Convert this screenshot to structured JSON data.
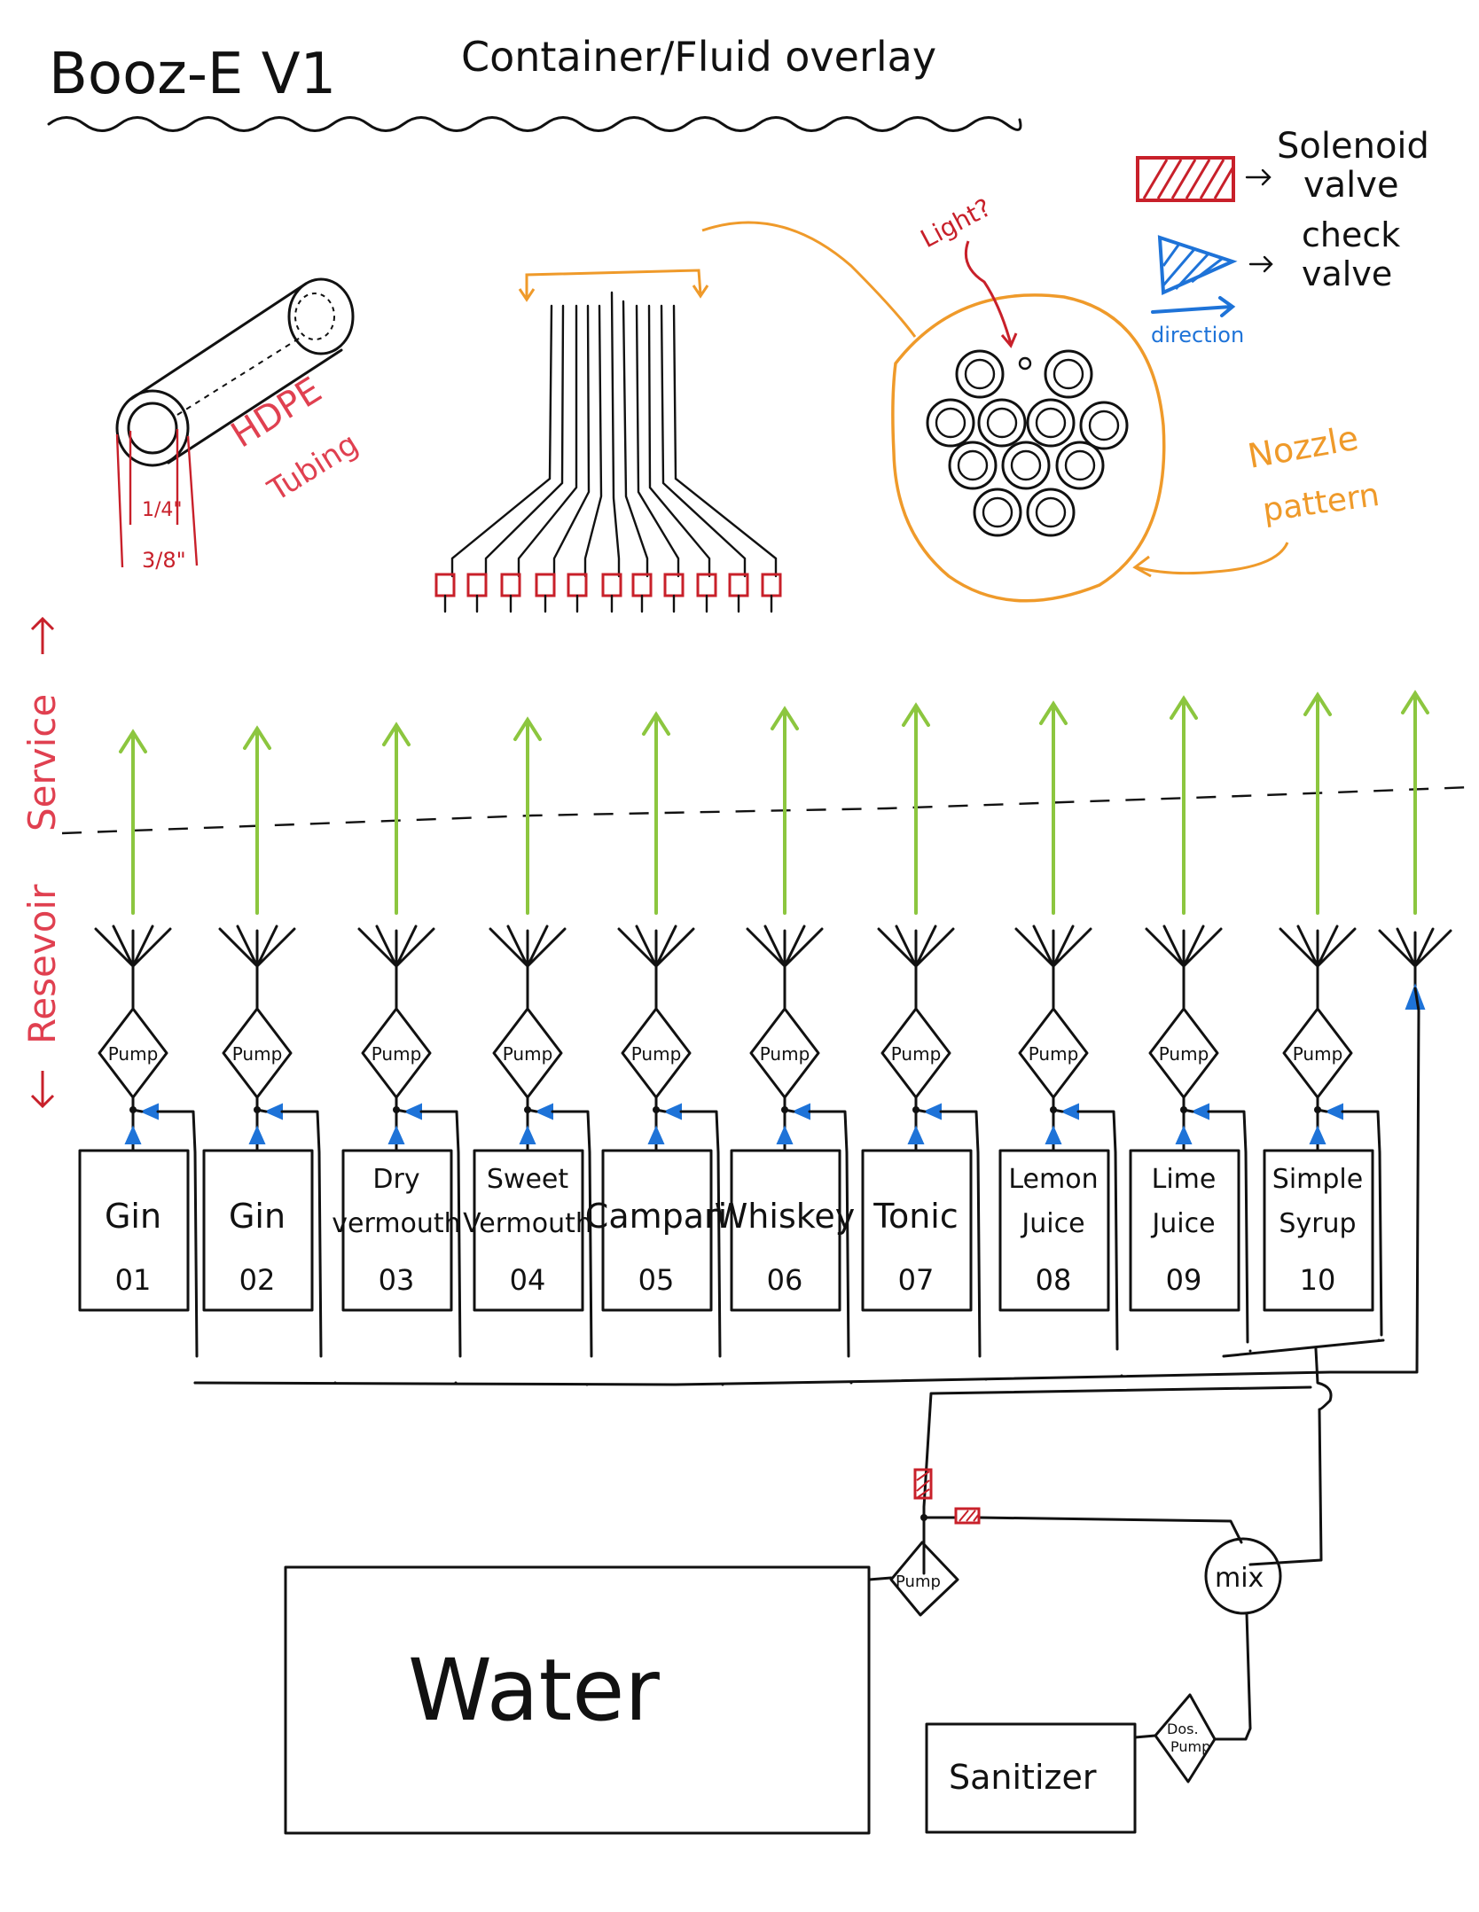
{
  "title": {
    "main": "Booz-E V1",
    "subtitle": "Container/Fluid overlay"
  },
  "legend": {
    "solenoid_label_1": "Solenoid",
    "solenoid_label_2": "valve",
    "check_label_1": "check",
    "check_label_2": "valve",
    "direction_label": "direction",
    "solenoid_color": "#c8202a",
    "check_color": "#1e73d8"
  },
  "tubing": {
    "label_1": "HDPE",
    "label_2": "Tubing",
    "inner_dim": "1/4\"",
    "outer_dim": "3/8\""
  },
  "nozzle": {
    "light_label": "Light?",
    "pattern_label_1": "Nozzle",
    "pattern_label_2": "pattern",
    "accent_color": "#ef9a2a"
  },
  "side_label": {
    "reservoir": "Resevoir",
    "service": "Service"
  },
  "pump_label": "Pump",
  "containers": [
    {
      "line1": "Gin",
      "line2": "",
      "number": "01"
    },
    {
      "line1": "Gin",
      "line2": "",
      "number": "02"
    },
    {
      "line1": "Dry",
      "line2": "vermouth",
      "number": "03"
    },
    {
      "line1": "Sweet",
      "line2": "Vermouth",
      "number": "04"
    },
    {
      "line1": "Campari",
      "line2": "",
      "number": "05"
    },
    {
      "line1": "Whiskey",
      "line2": "",
      "number": "06"
    },
    {
      "line1": "Tonic",
      "line2": "",
      "number": "07"
    },
    {
      "line1": "Lemon",
      "line2": "Juice",
      "number": "08"
    },
    {
      "line1": "Lime",
      "line2": "Juice",
      "number": "09"
    },
    {
      "line1": "Simple",
      "line2": "Syrup",
      "number": "10"
    }
  ],
  "water": {
    "label": "Water",
    "pump_label": "Pump"
  },
  "mix_label": "mix",
  "sanitizer": {
    "label": "Sanitizer",
    "pump_line1": "Dos.",
    "pump_line2": "Pump"
  },
  "flow_color": "#8cc63f"
}
